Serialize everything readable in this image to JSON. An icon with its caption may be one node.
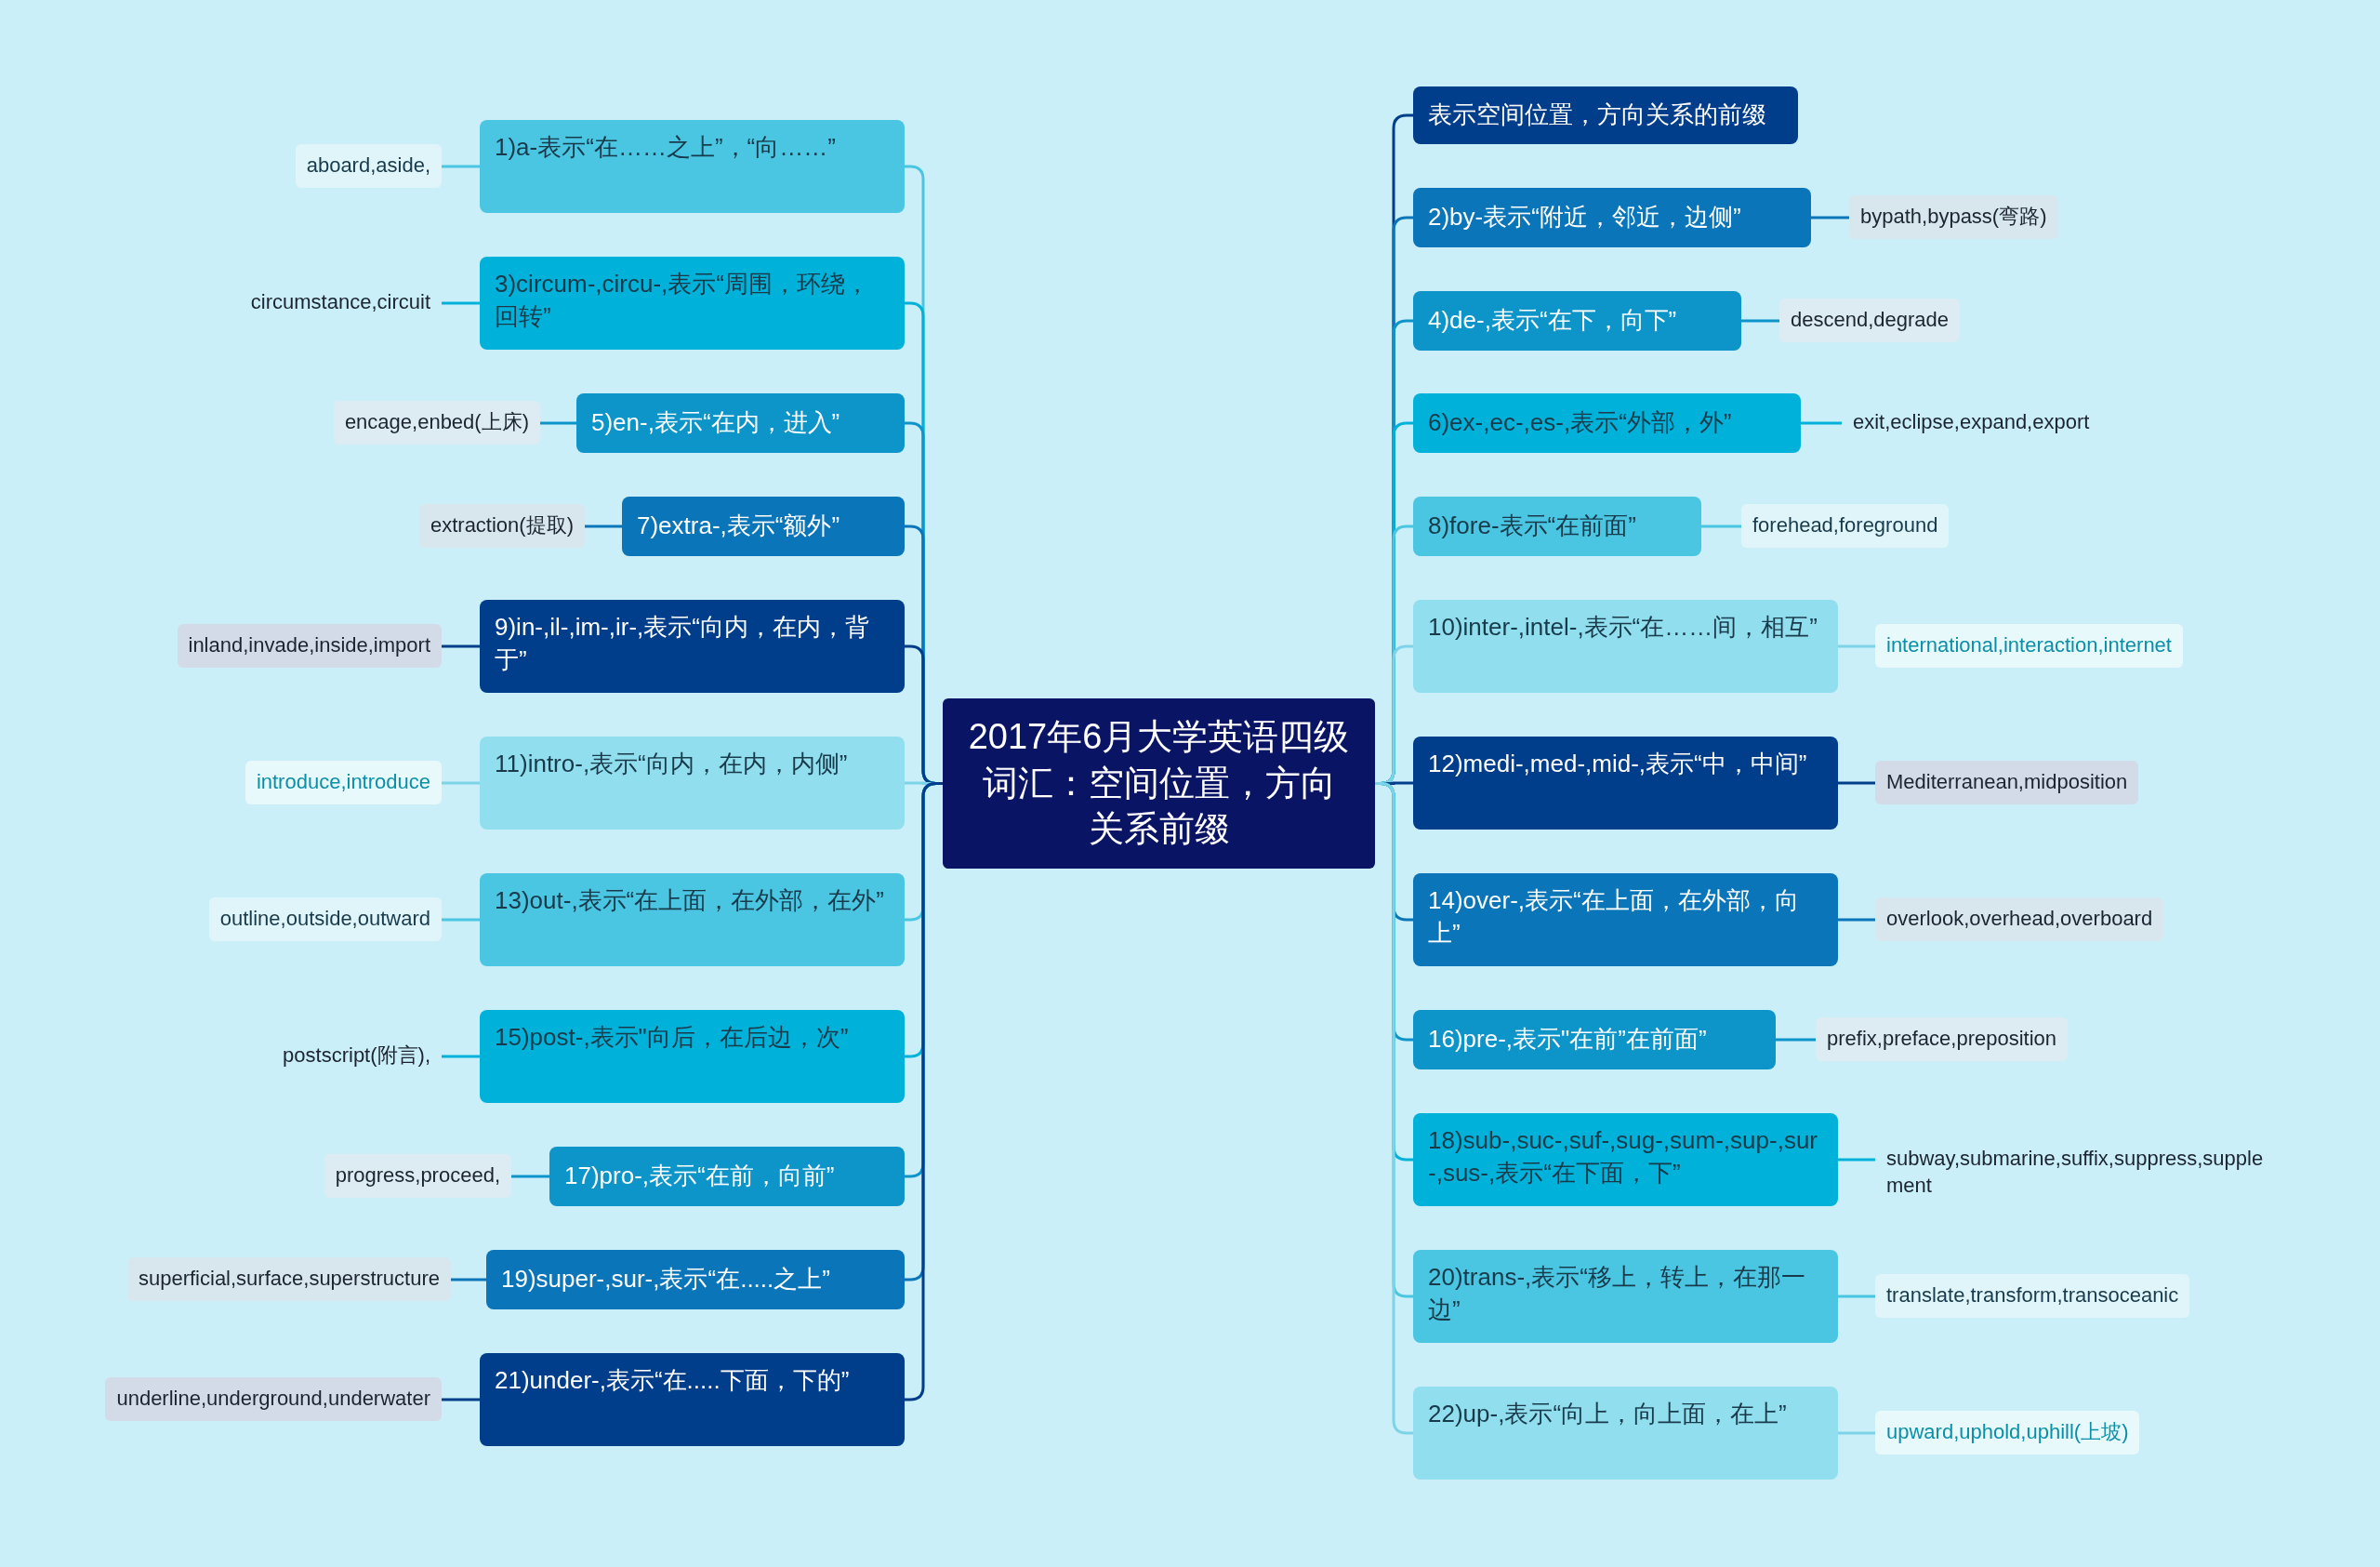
{
  "diagram": {
    "nodes": [
      {
        "text": [
          "2017年6月大学英语四级词汇：空间位置，方向关系前缀"
        ]
      },
      {
        "text": [
          "1)a-表示“在……之上”，“向……”"
        ]
      },
      {
        "text": [
          "aboard,aside,"
        ]
      },
      {
        "text": [
          "3)circum-,circu-,表示“周围，环绕，回转”"
        ]
      },
      {
        "text": [
          "circumstance,circuit"
        ]
      },
      {
        "text": [
          "5)en-,表示“在内，进入”"
        ]
      },
      {
        "text": [
          "encage,enbed(上床)"
        ]
      },
      {
        "text": [
          "7)extra-,表示“额外”"
        ]
      },
      {
        "text": [
          "extraction(提取)"
        ]
      },
      {
        "text": [
          "9)in-,il-,im-,ir-,表示“向内，在内，背于”"
        ]
      },
      {
        "text": [
          "inland,invade,inside,import"
        ]
      },
      {
        "text": [
          "11)intro-,表示“向内，在内，内侧”"
        ]
      },
      {
        "text": [
          "introduce,introduce"
        ]
      },
      {
        "text": [
          "13)out-,表示“在上面，在外部，在外”"
        ]
      },
      {
        "text": [
          "outline,outside,outward"
        ]
      },
      {
        "text": [
          "15)post-,表示\"向后，在后边，次”"
        ]
      },
      {
        "text": [
          "postscript(附言),"
        ]
      },
      {
        "text": [
          "17)pro-,表示“在前，向前”"
        ]
      },
      {
        "text": [
          "progress,proceed,"
        ]
      },
      {
        "text": [
          "19)super-,sur-,表示“在.....之上”"
        ]
      },
      {
        "text": [
          "superficial,surface,superstructure"
        ]
      },
      {
        "text": [
          "21)under-,表示“在.....下面，下的”"
        ]
      },
      {
        "text": [
          "underline,underground,underwater"
        ]
      },
      {
        "text": [
          "表示空间位置，方向关系的前缀"
        ]
      },
      {
        "text": [
          "2)by-表示“附近，邻近，边侧”"
        ]
      },
      {
        "text": [
          "bypath,bypass(弯路)"
        ]
      },
      {
        "text": [
          "4)de-,表示“在下，向下”"
        ]
      },
      {
        "text": [
          "descend,degrade"
        ]
      },
      {
        "text": [
          "6)ex-,ec-,es-,表示“外部，外”"
        ]
      },
      {
        "text": [
          "exit,eclipse,expand,export"
        ]
      },
      {
        "text": [
          "8)fore-表示“在前面”"
        ]
      },
      {
        "text": [
          "forehead,foreground"
        ]
      },
      {
        "text": [
          "10)inter-,intel-,表示“在……间，相互”"
        ]
      },
      {
        "text": [
          "international,interaction,internet"
        ]
      },
      {
        "text": [
          "12)medi-,med-,mid-,表示“中，中间”"
        ]
      },
      {
        "text": [
          "Mediterranean,midposition"
        ]
      },
      {
        "text": [
          "14)over-,表示“在上面，在外部，向上”"
        ]
      },
      {
        "text": [
          "overlook,overhead,overboard"
        ]
      },
      {
        "text": [
          "16)pre-,表示\"在前”在前面”"
        ]
      },
      {
        "text": [
          "prefix,preface,preposition"
        ]
      },
      {
        "text": [
          "18)sub-,suc-,suf-,sug-,sum-,sup-,sur-,sus-,表示“在下面，下”"
        ]
      },
      {
        "text": [
          "subway,submarine,suffix,suppress,supplement"
        ]
      },
      {
        "text": [
          "20)trans-,表示“移上，转上，在那一边”"
        ]
      },
      {
        "text": [
          "translate,transform,transoceanic"
        ]
      },
      {
        "text": [
          "22)up-,表示“向上，向上面，在上”"
        ]
      },
      {
        "text": [
          "upward,uphold,uphill(上坡)"
        ]
      }
    ],
    "edges": [
      {
        "from": 0,
        "to": 1,
        "arrow": "none"
      },
      {
        "from": 1,
        "to": 2,
        "arrow": "none"
      },
      {
        "from": 0,
        "to": 3,
        "arrow": "none"
      },
      {
        "from": 3,
        "to": 4,
        "arrow": "none"
      },
      {
        "from": 0,
        "to": 5,
        "arrow": "none"
      },
      {
        "from": 5,
        "to": 6,
        "arrow": "none"
      },
      {
        "from": 0,
        "to": 7,
        "arrow": "none"
      },
      {
        "from": 7,
        "to": 8,
        "arrow": "none"
      },
      {
        "from": 0,
        "to": 9,
        "arrow": "none",
        "color": "#003d8a"
      },
      {
        "from": 9,
        "to": 10,
        "arrow": "none",
        "color": "#003d8a"
      },
      {
        "from": 0,
        "to": 11,
        "arrow": "none"
      },
      {
        "from": 11,
        "to": 12,
        "arrow": "none"
      },
      {
        "from": 0,
        "to": 13,
        "arrow": "none"
      },
      {
        "from": 13,
        "to": 14,
        "arrow": "none"
      },
      {
        "from": 0,
        "to": 15,
        "arrow": "none"
      },
      {
        "from": 15,
        "to": 16,
        "arrow": "none"
      },
      {
        "from": 0,
        "to": 17,
        "arrow": "none"
      },
      {
        "from": 17,
        "to": 18,
        "arrow": "none"
      },
      {
        "from": 0,
        "to": 19,
        "arrow": "none"
      },
      {
        "from": 19,
        "to": 20,
        "arrow": "none"
      },
      {
        "from": 0,
        "to": 21,
        "arrow": "none",
        "color": "#003d8a"
      },
      {
        "from": 21,
        "to": 22,
        "arrow": "none",
        "color": "#003d8a"
      },
      {
        "from": 0,
        "to": 23,
        "arrow": "none",
        "color": "#003d8a"
      },
      {
        "from": 0,
        "to": 24,
        "arrow": "none"
      },
      {
        "from": 24,
        "to": 25,
        "arrow": "none"
      },
      {
        "from": 0,
        "to": 26,
        "arrow": "none"
      },
      {
        "from": 26,
        "to": 27,
        "arrow": "none"
      },
      {
        "from": 0,
        "to": 28,
        "arrow": "none"
      },
      {
        "from": 28,
        "to": 29,
        "arrow": "none"
      },
      {
        "from": 0,
        "to": 30,
        "arrow": "none"
      },
      {
        "from": 30,
        "to": 31,
        "arrow": "none"
      },
      {
        "from": 0,
        "to": 32,
        "arrow": "none"
      },
      {
        "from": 32,
        "to": 33,
        "arrow": "none"
      },
      {
        "from": 0,
        "to": 34,
        "arrow": "none",
        "color": "#003d8a"
      },
      {
        "from": 34,
        "to": 35,
        "arrow": "none",
        "color": "#003d8a"
      },
      {
        "from": 0,
        "to": 36,
        "arrow": "none"
      },
      {
        "from": 36,
        "to": 37,
        "arrow": "none"
      },
      {
        "from": 0,
        "to": 38,
        "arrow": "none"
      },
      {
        "from": 38,
        "to": 39,
        "arrow": "none"
      },
      {
        "from": 0,
        "to": 40,
        "arrow": "none"
      },
      {
        "from": 40,
        "to": 41,
        "arrow": "none"
      },
      {
        "from": 0,
        "to": 42,
        "arrow": "none"
      },
      {
        "from": 42,
        "to": 43,
        "arrow": "none"
      },
      {
        "from": 0,
        "to": 44,
        "arrow": "none"
      },
      {
        "from": 44,
        "to": 45,
        "arrow": "none"
      }
    ]
  }
}
